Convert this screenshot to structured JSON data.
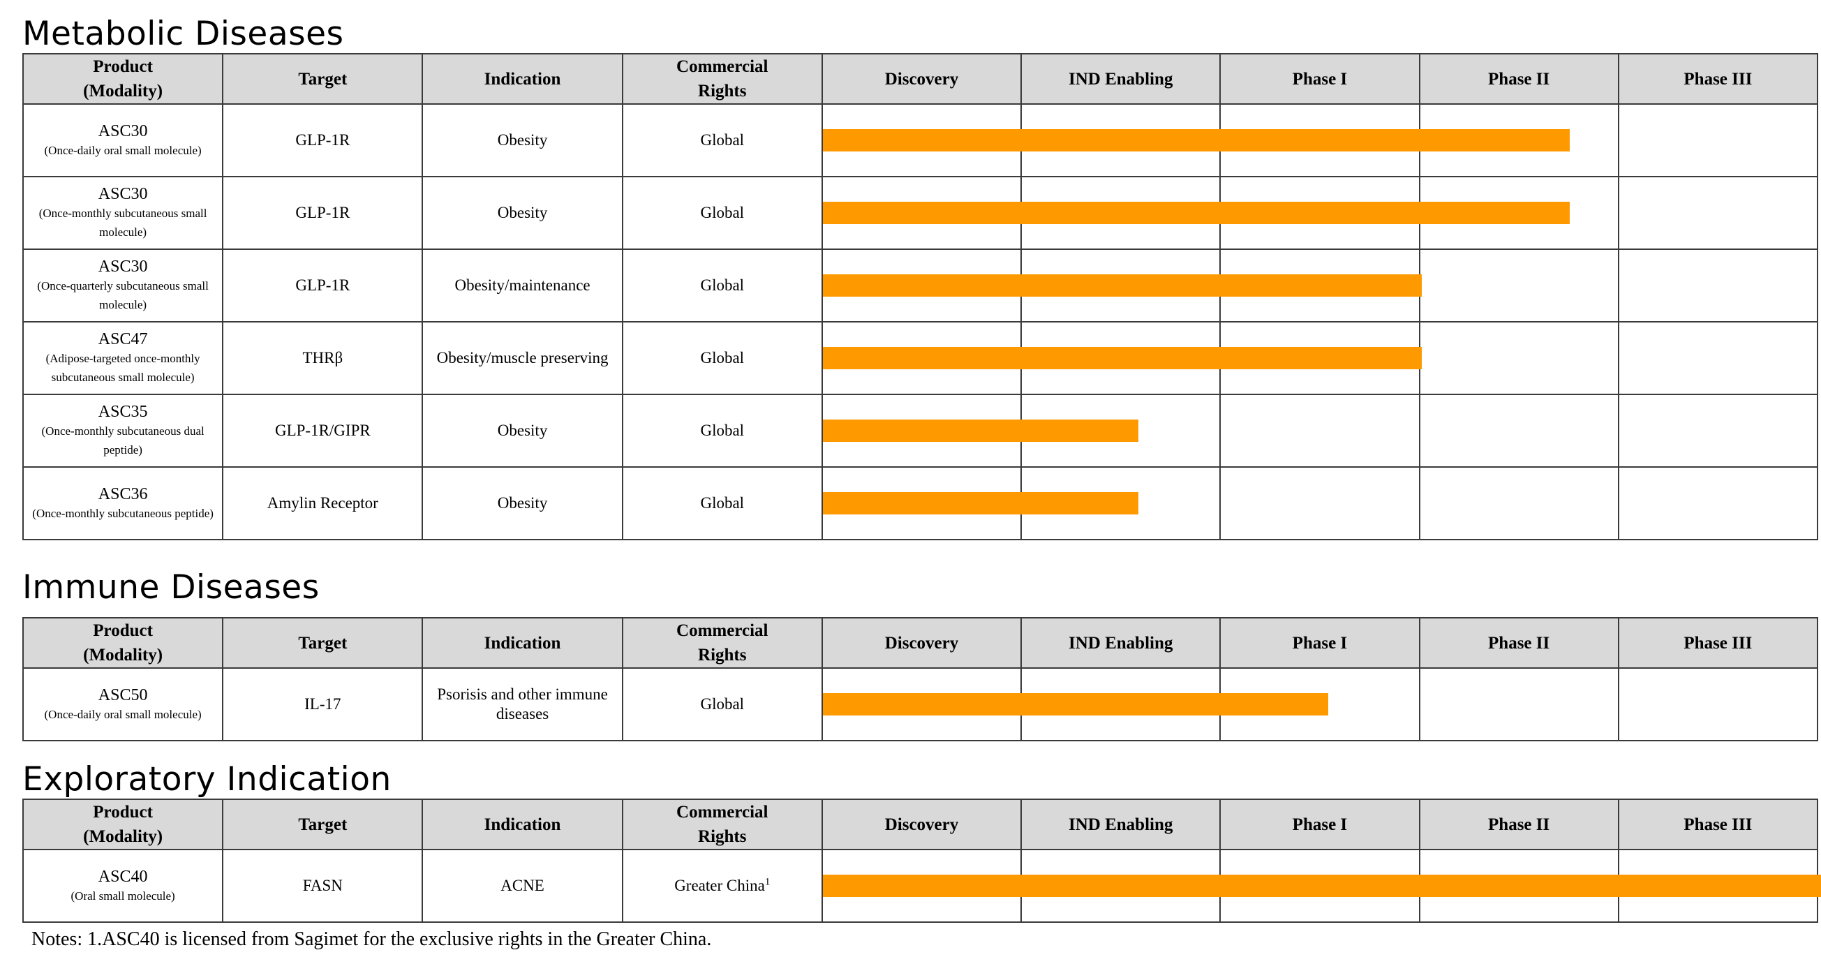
{
  "phase_headers": [
    "Product (Modality)",
    "Target",
    "Indication",
    "Commercial Rights",
    "Discovery",
    "IND Enabling",
    "Phase I",
    "Phase II",
    "Phase III"
  ],
  "header_labels": {
    "product_line1": "Product",
    "product_line2": "(Modality)",
    "target": "Target",
    "indication": "Indication",
    "rights_line1": "Commercial",
    "rights_line2": "Rights",
    "discovery": "Discovery",
    "ind": "IND Enabling",
    "phase1": "Phase I",
    "phase2": "Phase II",
    "phase3": "Phase III"
  },
  "bar_color": "#ff9900",
  "sections": [
    {
      "title": "Metabolic Diseases",
      "rows": [
        {
          "product": "ASC30",
          "modality": "(Once-daily oral small molecule)",
          "target": "GLP-1R",
          "indication": "Obesity",
          "rights": "Global",
          "progress_phases": 3.74
        },
        {
          "product": "ASC30",
          "modality": "(Once-monthly subcutaneous small molecule)",
          "target": "GLP-1R",
          "indication": "Obesity",
          "rights": "Global",
          "progress_phases": 3.74
        },
        {
          "product": "ASC30",
          "modality": "(Once-quarterly subcutaneous small molecule)",
          "target": "GLP-1R",
          "indication": "Obesity/maintenance",
          "rights": "Global",
          "progress_phases": 3.0
        },
        {
          "product": "ASC47",
          "modality": "(Adipose-targeted once-monthly subcutaneous small molecule)",
          "target": "THRβ",
          "indication": "Obesity/muscle preserving",
          "rights": "Global",
          "progress_phases": 3.0
        },
        {
          "product": "ASC35",
          "modality": "(Once-monthly subcutaneous dual peptide)",
          "target": "GLP-1R/GIPR",
          "indication": "Obesity",
          "rights": "Global",
          "progress_phases": 1.58
        },
        {
          "product": "ASC36",
          "modality": "(Once-monthly subcutaneous peptide)",
          "target": "Amylin Receptor",
          "indication": "Obesity",
          "rights": "Global",
          "progress_phases": 1.58
        }
      ]
    },
    {
      "title": "Immune Diseases",
      "rows": [
        {
          "product": "ASC50",
          "modality": "(Once-daily oral small molecule)",
          "target": "IL-17",
          "indication": "Psorisis and other immune diseases",
          "rights": "Global",
          "progress_phases": 2.53
        }
      ]
    },
    {
      "title": "Exploratory Indication",
      "rows": [
        {
          "product": "ASC40",
          "modality": "(Oral small molecule)",
          "target": "FASN",
          "indication": "ACNE",
          "rights": "Greater China",
          "rights_sup": "1",
          "progress_phases": 5.0
        }
      ]
    }
  ],
  "notes": "Notes: 1.ASC40 is licensed from Sagimet for the exclusive rights in the Greater China."
}
